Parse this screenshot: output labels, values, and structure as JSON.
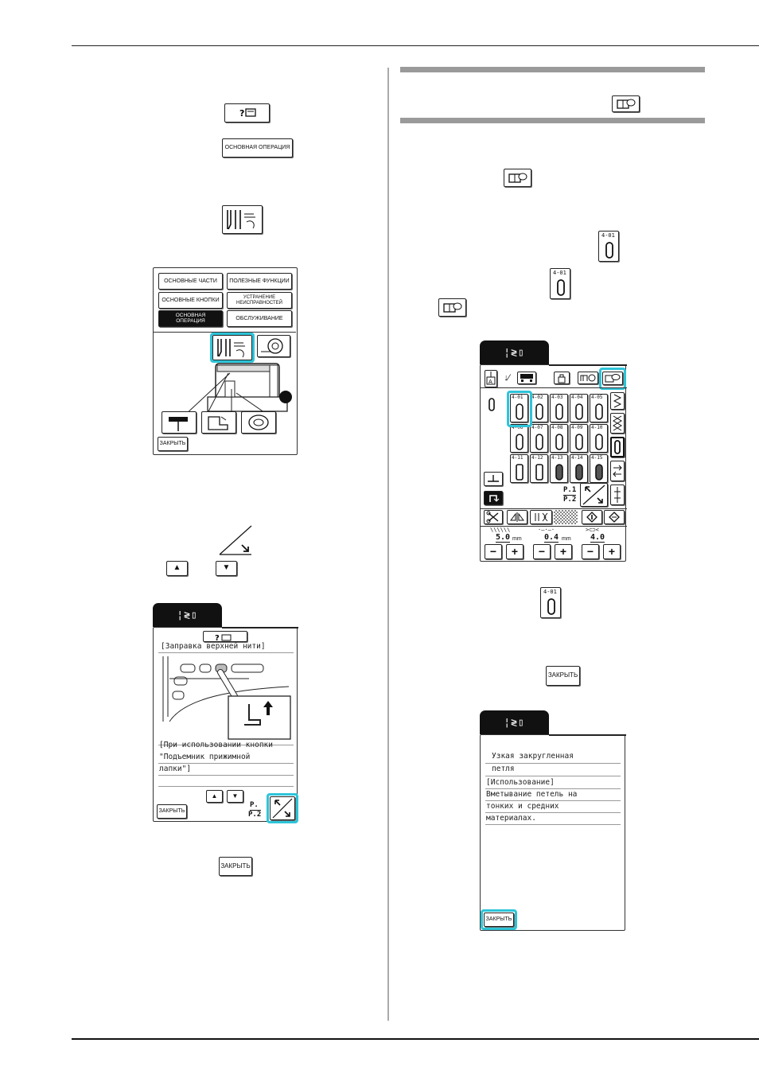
{
  "buttons": {
    "basic_operation": "ОСНОВНАЯ ОПЕРАЦИЯ",
    "close": "ЗАКРЫТЬ",
    "up_arrow": "▲",
    "down_arrow": "▼"
  },
  "help_menu": {
    "basic_parts": "ОСНОВНЫЕ ЧАСТИ",
    "useful_functions": "ПОЛЕЗНЫЕ ФУНКЦИИ",
    "basic_buttons": "ОСНОВНЫЕ КНОПКИ",
    "troubleshooting": "УСТРАНЕНИЕ НЕИСПРАВНОСТЕЙ",
    "basic_operation": "ОСНОВНАЯ ОПЕРАЦИЯ",
    "maintenance": "ОБСЛУЖИВАНИЕ",
    "close": "ЗАКРЫТЬ"
  },
  "help_screen": {
    "title": "[Заправка верхней нити]",
    "note_line1": "[При использовании кнопки",
    "note_line2": "\"Подъемник прижимной",
    "note_line3": "лапки\"]",
    "page_num": "P.",
    "page_total": "P.2",
    "close": "ЗАКРЫТЬ"
  },
  "stitch_screen": {
    "stitch_codes": [
      "4-01",
      "4-02",
      "4-03",
      "4-04",
      "4-05",
      "4-06",
      "4-07",
      "4-08",
      "4-09",
      "4-10",
      "4-11",
      "4-12",
      "4-13",
      "4-14",
      "4-15"
    ],
    "page_num": "P.1",
    "page_total": "P.2",
    "width_value": "5.0",
    "length_value": "0.4",
    "tension_value": "4.0",
    "unit": "mm",
    "minus": "−",
    "plus": "+",
    "selected_code": "4-01"
  },
  "desc_screen": {
    "line1": "Узкая закругленная",
    "line2": "петля",
    "line3": "[Использование]",
    "line4": "Вметывание петель на",
    "line5": "тонких и средних",
    "line6": "материалах.",
    "close": "ЗАКРЫТЬ"
  },
  "icon_code": "4-01",
  "colors": {
    "highlight": "#2ec4d8",
    "section_bar": "#9a9a9a"
  }
}
